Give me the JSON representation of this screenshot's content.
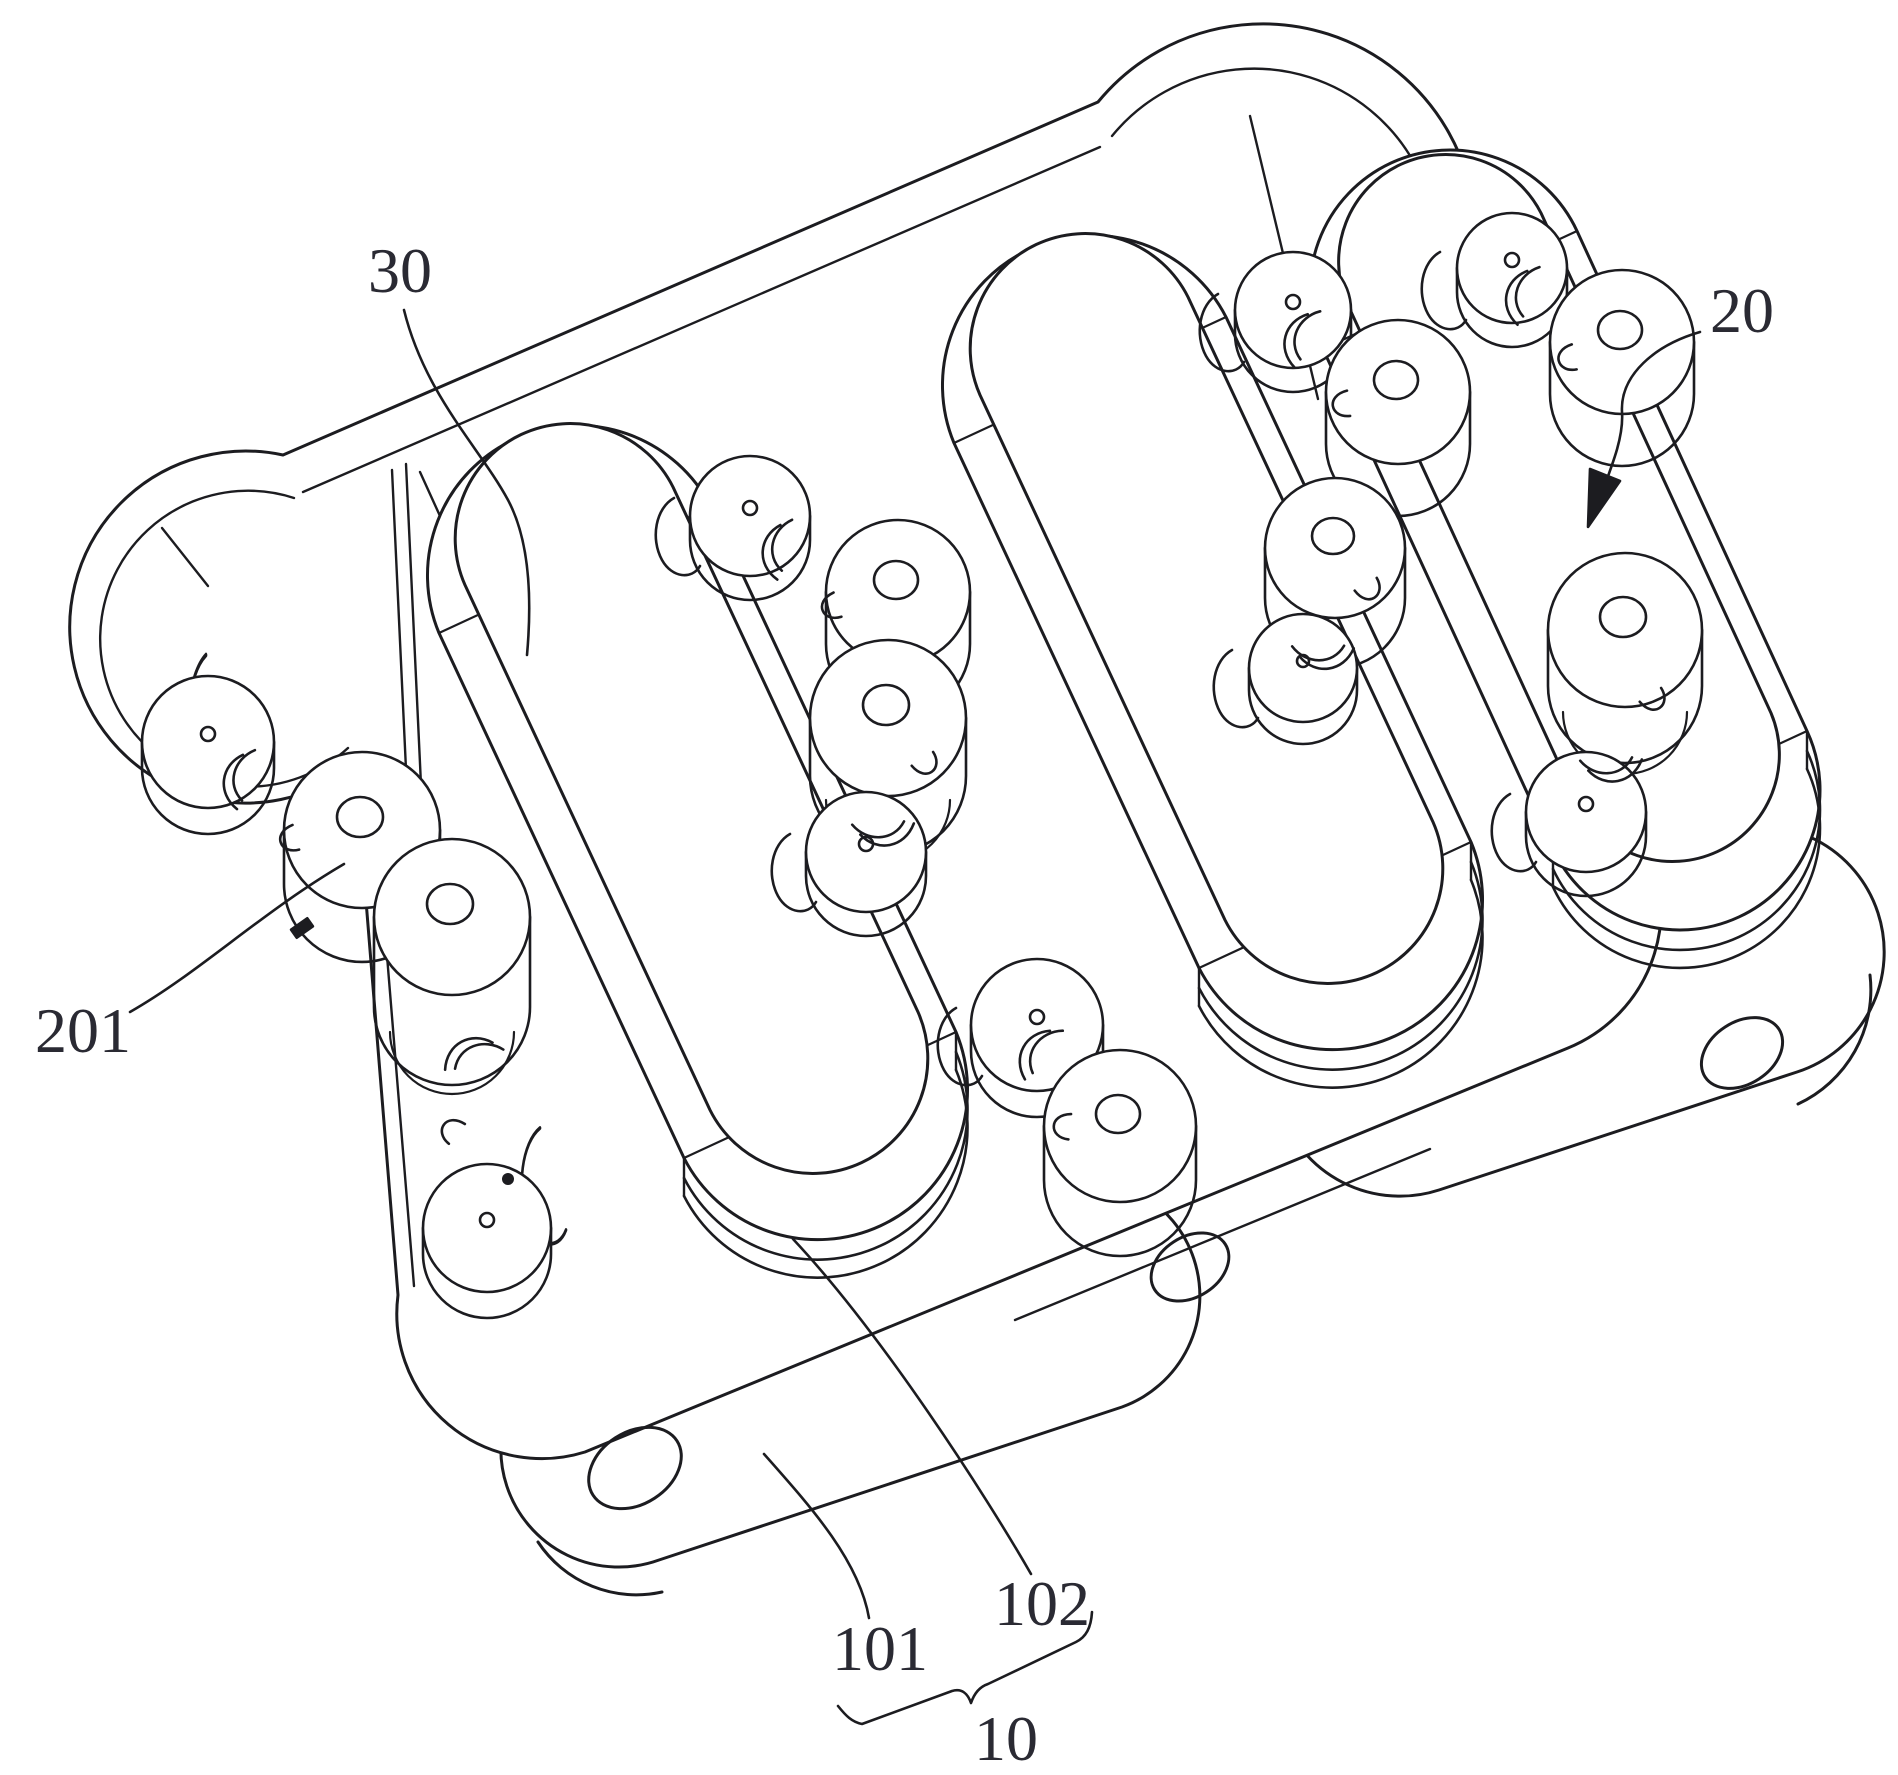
{
  "figure": {
    "type": "patent-line-drawing",
    "background": "#ffffff",
    "line_color": "#1c1c20",
    "label_color": "#2a2a33",
    "labels": [
      {
        "id": "30",
        "text": "30"
      },
      {
        "id": "20",
        "text": "20"
      },
      {
        "id": "201",
        "text": "201"
      },
      {
        "id": "101",
        "text": "101"
      },
      {
        "id": "102",
        "text": "102"
      },
      {
        "id": "10",
        "text": "10"
      }
    ]
  }
}
